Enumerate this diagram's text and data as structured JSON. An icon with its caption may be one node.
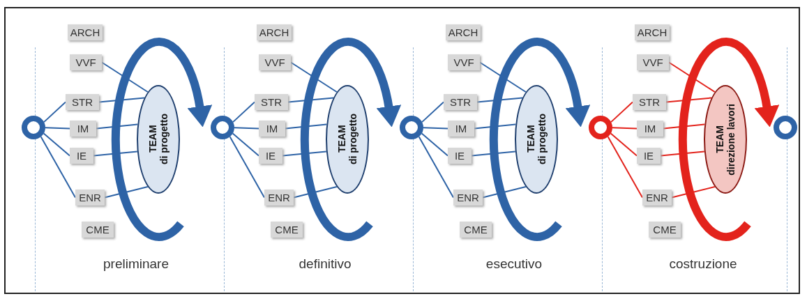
{
  "diagram": {
    "nodes": [
      {
        "text": [],
        "shape": "circle"
      },
      {
        "text": [
          "ARCH"
        ]
      },
      {
        "text": [
          "VVF"
        ]
      },
      {
        "text": [
          "STR"
        ]
      },
      {
        "text": [
          "IM"
        ]
      },
      {
        "text": [
          "IE"
        ]
      },
      {
        "text": [
          "ENR"
        ]
      },
      {
        "text": [
          "CME"
        ]
      },
      {
        "text": [
          "TEAM",
          "di progetto"
        ]
      },
      {
        "text": [],
        "shape": "circle"
      },
      {
        "text": [
          "ARCH"
        ]
      },
      {
        "text": [
          "VVF"
        ]
      },
      {
        "text": [
          "STR"
        ]
      },
      {
        "text": [
          "IM"
        ]
      },
      {
        "text": [
          "IE"
        ]
      },
      {
        "text": [
          "ENR"
        ]
      },
      {
        "text": [
          "CME"
        ]
      },
      {
        "text": [
          "TEAM",
          "di progetto"
        ]
      },
      {
        "text": [],
        "shape": "circle"
      },
      {
        "text": [
          "ARCH"
        ]
      },
      {
        "text": [
          "VVF"
        ]
      },
      {
        "text": [
          "STR"
        ]
      },
      {
        "text": [
          "IM"
        ]
      },
      {
        "text": [
          "IE"
        ]
      },
      {
        "text": [
          "ENR"
        ]
      },
      {
        "text": [
          "CME"
        ]
      },
      {
        "text": [
          "TEAM",
          "di progetto"
        ]
      },
      {
        "text": [],
        "shape": "circle"
      },
      {
        "text": [
          "ARCH"
        ]
      },
      {
        "text": [
          "VVF"
        ]
      },
      {
        "text": [
          "STR"
        ]
      },
      {
        "text": [
          "IM"
        ]
      },
      {
        "text": [
          "IE"
        ]
      },
      {
        "text": [
          "ENR"
        ]
      },
      {
        "text": [
          "CME"
        ]
      },
      {
        "text": [
          "TEAM",
          "direzione lavori"
        ]
      },
      {
        "text": [],
        "shape": "circle"
      }
    ],
    "edges": [
      {
        "from": 0,
        "to": 3,
        "arrow": "none"
      },
      {
        "from": 0,
        "to": 4,
        "arrow": "none"
      },
      {
        "from": 0,
        "to": 5,
        "arrow": "none"
      },
      {
        "from": 0,
        "to": 6,
        "arrow": "none"
      },
      {
        "from": 2,
        "to": 8,
        "arrow": "none"
      },
      {
        "from": 3,
        "to": 8,
        "arrow": "none"
      },
      {
        "from": 4,
        "to": 8,
        "arrow": "none"
      },
      {
        "from": 5,
        "to": 8,
        "arrow": "none"
      },
      {
        "from": 6,
        "to": 8,
        "arrow": "none"
      },
      {
        "from": null,
        "to": 9,
        "arrow": "to",
        "style": "thick"
      },
      {
        "from": 9,
        "to": 12,
        "arrow": "none"
      },
      {
        "from": 9,
        "to": 13,
        "arrow": "none"
      },
      {
        "from": 9,
        "to": 14,
        "arrow": "none"
      },
      {
        "from": 9,
        "to": 15,
        "arrow": "none"
      },
      {
        "from": 11,
        "to": 17,
        "arrow": "none"
      },
      {
        "from": 12,
        "to": 17,
        "arrow": "none"
      },
      {
        "from": 13,
        "to": 17,
        "arrow": "none"
      },
      {
        "from": 14,
        "to": 17,
        "arrow": "none"
      },
      {
        "from": 15,
        "to": 17,
        "arrow": "none"
      },
      {
        "from": null,
        "to": 18,
        "arrow": "to",
        "style": "thick"
      },
      {
        "from": 18,
        "to": 21,
        "arrow": "none"
      },
      {
        "from": 18,
        "to": 22,
        "arrow": "none"
      },
      {
        "from": 18,
        "to": 23,
        "arrow": "none"
      },
      {
        "from": 18,
        "to": 24,
        "arrow": "none"
      },
      {
        "from": 20,
        "to": 26,
        "arrow": "none"
      },
      {
        "from": 21,
        "to": 26,
        "arrow": "none"
      },
      {
        "from": 22,
        "to": 26,
        "arrow": "none"
      },
      {
        "from": 23,
        "to": 26,
        "arrow": "none"
      },
      {
        "from": 24,
        "to": 26,
        "arrow": "none"
      },
      {
        "from": null,
        "to": 27,
        "arrow": "to",
        "style": "thick"
      },
      {
        "from": 27,
        "to": 30,
        "arrow": "none",
        "color": "#e3231c"
      },
      {
        "from": 27,
        "to": 31,
        "arrow": "none",
        "color": "#e3231c"
      },
      {
        "from": 27,
        "to": 32,
        "arrow": "none",
        "color": "#e3231c"
      },
      {
        "from": 27,
        "to": 33,
        "arrow": "none",
        "color": "#e3231c"
      },
      {
        "from": 29,
        "to": 35,
        "arrow": "none",
        "color": "#e3231c"
      },
      {
        "from": 30,
        "to": 35,
        "arrow": "none",
        "color": "#e3231c"
      },
      {
        "from": 31,
        "to": 35,
        "arrow": "none",
        "color": "#e3231c"
      },
      {
        "from": 32,
        "to": 35,
        "arrow": "none",
        "color": "#e3231c"
      },
      {
        "from": 33,
        "to": 35,
        "arrow": "none",
        "color": "#e3231c"
      },
      {
        "from": null,
        "to": 36,
        "arrow": "to",
        "style": "thick",
        "color": "#e3231c"
      }
    ],
    "labels": [
      "preliminare",
      "definitivo",
      "esecutivo",
      "costruzione"
    ]
  }
}
